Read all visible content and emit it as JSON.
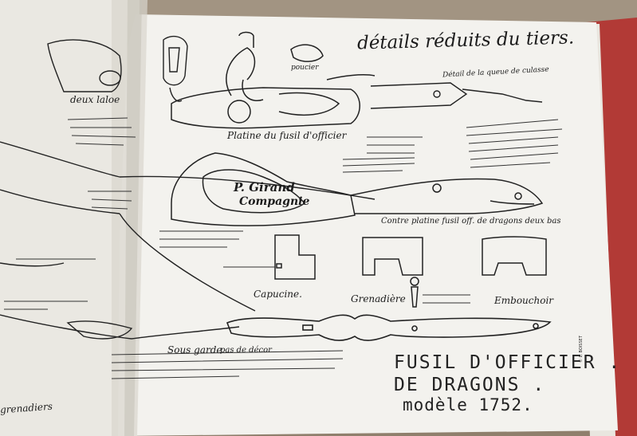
{
  "headline": "détails réduits du tiers.",
  "title": {
    "line1": "FUSIL D'OFFICIER .",
    "line2": "DE DRAGONS .",
    "line3": "modèle 1752."
  },
  "captions": {
    "platine": "Platine du fusil d'officier",
    "contre_platine": "Contre platine fusil off. de dragons deux bas",
    "capucine": "Capucine.",
    "grenadiere": "Grenadière",
    "embouchoir": "Embouchoir",
    "sous_garde": "Sous garde",
    "sous_garde_note": "pas de décor",
    "deux_laloe": "deux laloe",
    "grenadiers_foot": "grenadiers",
    "poucier": "poucier"
  },
  "engraving": {
    "line1": "P. Girand",
    "line2": "Compagnie"
  },
  "notes": {
    "detail_queue": "Détail de la queue de culasse",
    "corner": "© L. BOISSET"
  }
}
